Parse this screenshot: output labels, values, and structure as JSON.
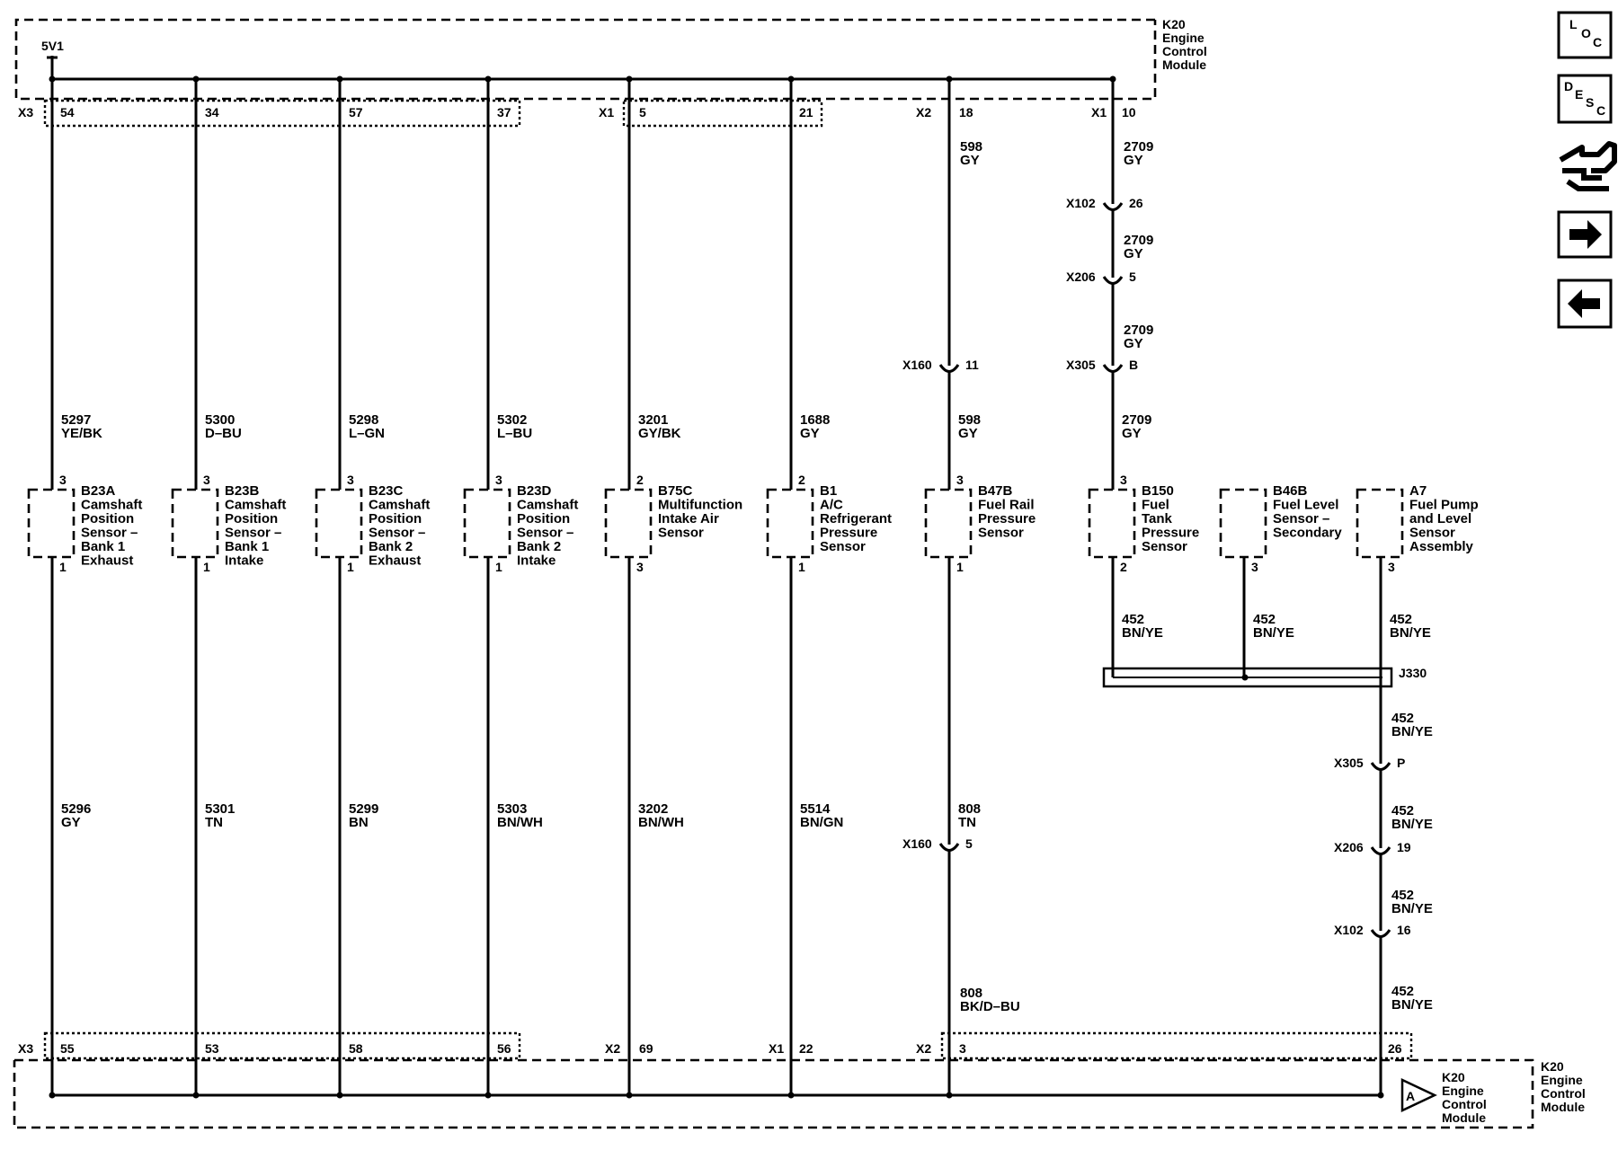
{
  "module": {
    "top_lines": [
      "K20",
      "Engine",
      "Control",
      "Module"
    ],
    "bottom_lines": [
      "K20",
      "Engine",
      "Control",
      "Module"
    ],
    "bottom_symbol": "A",
    "supply_label": "5V1"
  },
  "top_pins": {
    "X3": "X3",
    "X1a": "X1",
    "X2": "X2",
    "X1b": "X1",
    "p54": "54",
    "p34": "34",
    "p57": "57",
    "p37": "37",
    "p5": "5",
    "p21": "21",
    "p18": "18",
    "p10": "10"
  },
  "bottom_pins": {
    "X3": "X3",
    "X2a": "X2",
    "X1": "X1",
    "X2b": "X2",
    "p55": "55",
    "p53": "53",
    "p58": "58",
    "p56": "56",
    "p69": "69",
    "p22": "22",
    "p3": "3",
    "p26": "26"
  },
  "sensors": [
    {
      "top_wire": [
        "5297",
        "YE/BK"
      ],
      "top_pin": "3",
      "name": [
        "B23A",
        "Camshaft",
        "Position",
        "Sensor –",
        "Bank 1",
        "Exhaust"
      ],
      "bottom_pin": "1",
      "bottom_wire": [
        "5296",
        "GY"
      ]
    },
    {
      "top_wire": [
        "5300",
        "D–BU"
      ],
      "top_pin": "3",
      "name": [
        "B23B",
        "Camshaft",
        "Position",
        "Sensor –",
        "Bank 1",
        "Intake"
      ],
      "bottom_pin": "1",
      "bottom_wire": [
        "5301",
        "TN"
      ]
    },
    {
      "top_wire": [
        "5298",
        "L–GN"
      ],
      "top_pin": "3",
      "name": [
        "B23C",
        "Camshaft",
        "Position",
        "Sensor –",
        "Bank 2",
        "Exhaust"
      ],
      "bottom_pin": "1",
      "bottom_wire": [
        "5299",
        "BN"
      ]
    },
    {
      "top_wire": [
        "5302",
        "L–BU"
      ],
      "top_pin": "3",
      "name": [
        "B23D",
        "Camshaft",
        "Position",
        "Sensor –",
        "Bank 2",
        "Intake"
      ],
      "bottom_pin": "1",
      "bottom_wire": [
        "5303",
        "BN/WH"
      ]
    },
    {
      "top_wire": [
        "3201",
        "GY/BK"
      ],
      "top_pin": "2",
      "name": [
        "B75C",
        "Multifunction",
        "Intake Air",
        "Sensor"
      ],
      "bottom_pin": "3",
      "bottom_wire": [
        "3202",
        "BN/WH"
      ]
    },
    {
      "top_wire": [
        "1688",
        "GY"
      ],
      "top_pin": "2",
      "name": [
        "B1",
        "A/C",
        "Refrigerant",
        "Pressure",
        "Sensor"
      ],
      "bottom_pin": "1",
      "bottom_wire": [
        "5514",
        "BN/GN"
      ]
    },
    {
      "top_wire": [
        "598",
        "GY"
      ],
      "top_pin": "3",
      "name": [
        "B47B",
        "Fuel Rail",
        "Pressure",
        "Sensor"
      ],
      "bottom_pin": "1",
      "bottom_wire": [
        "808",
        "TN"
      ]
    },
    {
      "top_wire": [
        "2709",
        "GY"
      ],
      "top_pin": "3",
      "name": [
        "B150",
        "Fuel",
        "Tank",
        "Pressure",
        "Sensor"
      ],
      "bottom_pin": "2",
      "bottom_wire": [
        "452",
        "BN/YE"
      ]
    },
    {
      "top_wire": [],
      "top_pin": "",
      "name": [
        "B46B",
        "Fuel Level",
        "Sensor –",
        "Secondary"
      ],
      "bottom_pin": "3",
      "bottom_wire": [
        "452",
        "BN/YE"
      ]
    },
    {
      "top_wire": [],
      "top_pin": "",
      "name": [
        "A7",
        "Fuel Pump",
        "and Level",
        "Sensor",
        "Assembly"
      ],
      "bottom_pin": "3",
      "bottom_wire": [
        "452",
        "BN/YE"
      ]
    }
  ],
  "fuel_rail_top_wire": [
    "598",
    "GY"
  ],
  "fuel_rail_bottom_extra_wire": [
    "808",
    "BK/D–BU"
  ],
  "fuel_tank_wires": [
    [
      "2709",
      "GY"
    ],
    [
      "2709",
      "GY"
    ],
    [
      "2709",
      "GY"
    ]
  ],
  "pump_wires": [
    [
      "452",
      "BN/YE"
    ],
    [
      "452",
      "BN/YE"
    ],
    [
      "452",
      "BN/YE"
    ],
    [
      "452",
      "BN/YE"
    ]
  ],
  "connectors": {
    "x102_top": [
      "X102",
      "26"
    ],
    "x206_top": [
      "X206",
      "5"
    ],
    "x305_top": [
      "X305",
      "B"
    ],
    "x160_top": [
      "X160",
      "11"
    ],
    "x160_bot": [
      "X160",
      "5"
    ],
    "x305_bot": [
      "X305",
      "P"
    ],
    "x206_bot": [
      "X206",
      "19"
    ],
    "x102_bot": [
      "X102",
      "16"
    ]
  },
  "splice": "J330",
  "nav": {
    "loc": [
      "L",
      "O",
      "C"
    ],
    "desc": [
      "D",
      "E",
      "S",
      "C"
    ],
    "next_icon": "arrow-right-icon",
    "prev_icon": "arrow-left-icon",
    "link_icon": "connector-hand-icon"
  }
}
